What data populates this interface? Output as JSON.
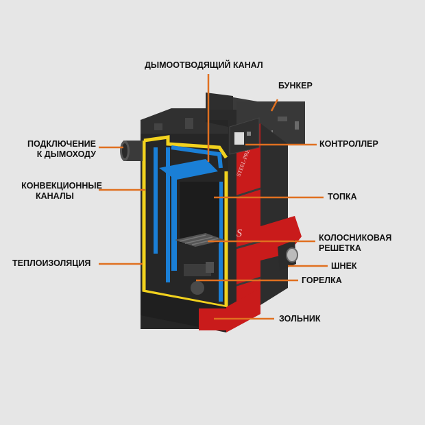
{
  "colors": {
    "background": "#e6e6e6",
    "leader": "#e07020",
    "body": "#2b2b2b",
    "red": "#d42020",
    "insulation": "#f2d21e",
    "water_channels": "#1a7fd6"
  },
  "labels": {
    "smoke_channel": "ДЫМООТВОДЯЩИЙ КАНАЛ",
    "bunker": "БУНКЕР",
    "chimney_line1": "ПОДКЛЮЧЕНИЕ",
    "chimney_line2": "К ДЫМОХОДУ",
    "controller": "КОНТРОЛЛЕР",
    "convection_line1": "КОНВЕКЦИОННЫЕ",
    "convection_line2": "КАНАЛЫ",
    "furnace": "ТОПКА",
    "grate_line1": "КОЛОСНИКОВАЯ",
    "grate_line2": "РЕШЕТКА",
    "insulation": "ТЕПЛОИЗОЛЯЦИЯ",
    "auger": "ШНЕК",
    "burner": "ГОРЕЛКА",
    "ash_pan": "ЗОЛЬНИК"
  }
}
